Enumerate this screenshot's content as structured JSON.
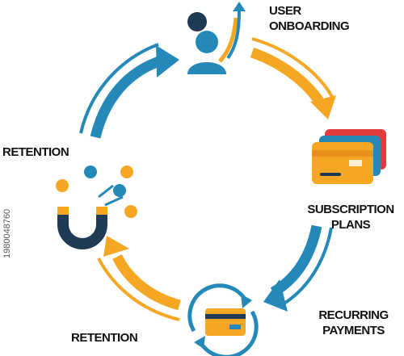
{
  "colors": {
    "blue": "#2489b8",
    "orange": "#f5a623",
    "navy": "#1f3a55",
    "card_red": "#e23b3b"
  },
  "nodes": {
    "user_onboarding": {
      "line1": "USER",
      "line2": "ONBOARDING",
      "icon": "user-growth-icon"
    },
    "subscription_plans": {
      "line1": "SUBSCRIPTION",
      "line2": "PLANS",
      "icon": "credit-cards-icon"
    },
    "recurring_payments": {
      "line1": "RECURRING",
      "line2": "PAYMENTS",
      "icon": "recurring-payment-icon"
    },
    "retention_bottom": {
      "label": "RETENTION"
    },
    "retention_left": {
      "label": "RETENTION",
      "icon": "magnet-attract-users-icon"
    }
  },
  "watermark": "1980048760"
}
